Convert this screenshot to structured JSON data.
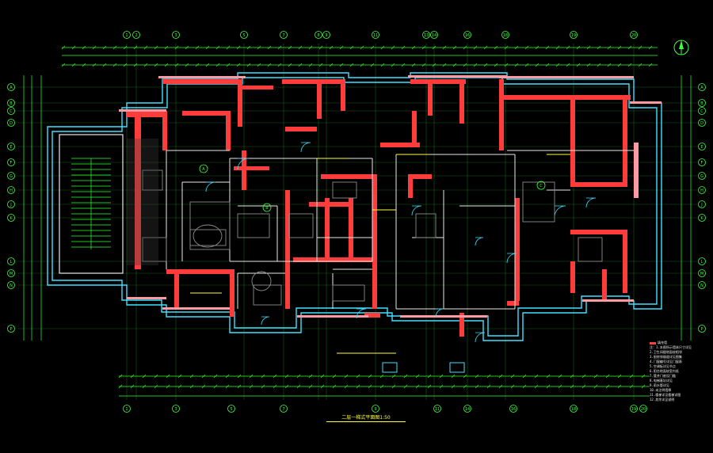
{
  "drawing": {
    "title": "二层一梯式平面图1:50",
    "background": "#000000",
    "colors": {
      "wall_red": "#ff3c3c",
      "wall_pink": "#ff9aa2",
      "partition_white": "#e8e8e8",
      "furniture_grey": "#8c8c8c",
      "dimension_green": "#30ff30",
      "axis_green": "#40ff40",
      "outline_cyan": "#40e0ff",
      "accent_yellow": "#ffff40",
      "annotation_red": "#ff4040"
    },
    "grid_top_labels": [
      "1",
      "2",
      "3",
      "5",
      "7",
      "8",
      "9",
      "11",
      "13",
      "14",
      "16",
      "18",
      "19",
      "20"
    ],
    "grid_bottom_labels": [
      "1",
      "3",
      "5",
      "7",
      "9",
      "11",
      "14",
      "16",
      "18",
      "19",
      "20"
    ],
    "grid_left_labels": [
      "A",
      "B",
      "C",
      "D",
      "E",
      "F",
      "G",
      "H",
      "J",
      "K",
      "L",
      "M",
      "N",
      "P"
    ],
    "room_markers": [
      "A",
      "B",
      "C"
    ],
    "north_arrow_icon": "north-arrow-icon"
  },
  "legend": {
    "swatch_label": "填充墙",
    "notes": [
      "注：1.本图所示墙体尺寸详见",
      "2.卫生间楼地面较相邻",
      "3.厨房排烟道详见图集",
      "4.门窗编号详见门窗表",
      "5.空调板详见节点",
      "6.阳台地面较室内低",
      "7.管井门底设门槛",
      "8.电梯基坑详见",
      "9.雨水管详见",
      "10.未注明墙厚",
      "11.楼梯详见楼梯详图",
      "12.其余详见说明"
    ]
  }
}
